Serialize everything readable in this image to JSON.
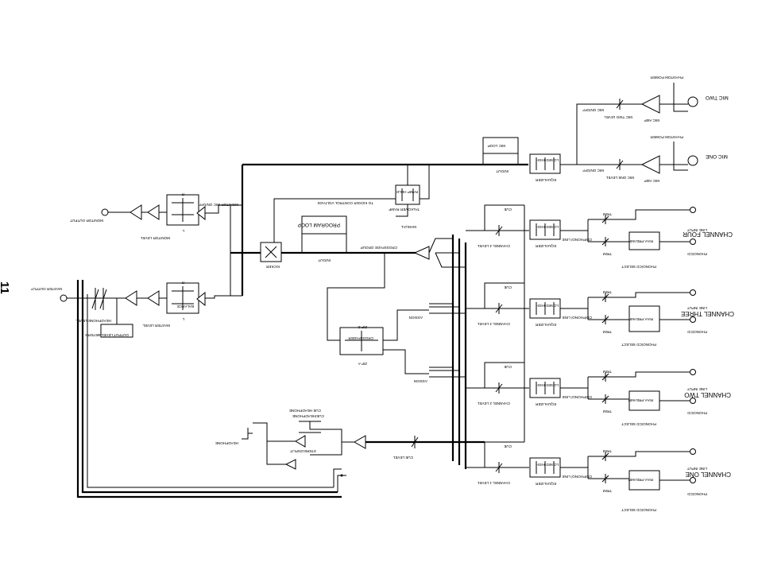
{
  "page": {
    "number": "11"
  },
  "labels": {
    "channel_four": "CHANNEL FOUR",
    "channel_three": "CHANNEL THREE",
    "channel_two": "CHANNEL TWO",
    "channel_one": "CHANNEL ONE",
    "mic_one": "MIC ONE",
    "mic_two": "MIC TWO",
    "phantom_power_1": "PHANTOM POWER",
    "phantom_power_2": "PHANTOM POWER",
    "mic_amp_1": "MIC AMP",
    "mic_amp_2": "MIC AMP",
    "mic_one_level": "MIC ONE LEVEL",
    "mic_two_level": "MIC TWO LEVEL",
    "mic_on_off_1": "MIC ON/OFF",
    "mic_on_off_2": "MIC ON/OFF",
    "mic_loop": "MIC LOOP",
    "in_out_mic": "IN/OUT",
    "equalizer_mic": "EQUALIZER",
    "eq_bands_mic": "LO MID HIGH",
    "talkover_ramp": "TALKOVER RAMP",
    "ramp_hold": "RAMP HOLD",
    "manual": "MANUAL",
    "to_kicker": "TO KICKER CONTROL VOLTAGE",
    "monitor_mic_on_off": "MONITOR MIC ON/OFF",
    "monitor_output": "MONITOR OUTPUT",
    "monitor_level": "MONITOR LEVEL",
    "program_loop": "PROGRAM LOOP",
    "in_out_program": "IN/OUT",
    "crossfader_group": "CROSSFADE GROUP",
    "kickerinc": "KICKER",
    "master_output": "MASTER OUTPUT",
    "headphone_level": "HEADPHONE LEVEL",
    "output_level_meters": "OUTPUT LEVEL METERS",
    "master_level": "MASTER LEVEL",
    "balance_master": "BALANCE",
    "assign_a": "ASSIGN",
    "assign_b": "ASSIGN",
    "crossfader": "CROSSFADER",
    "zip_b": "ZIP B",
    "zip_a": "ZIP A",
    "cue_ch4": "CUE",
    "cue_ch3": "CUE",
    "cue_ch2": "CUE",
    "cue_ch1": "CUE",
    "channel_level_4": "CHANNEL 4 LEVEL",
    "channel_level_3": "CHANNEL 3 LEVEL",
    "channel_level_2": "CHANNEL 2 LEVEL",
    "channel_level_1": "CHANNEL 1 LEVEL",
    "equalizer_4": "EQUALIZER",
    "equalizer_3": "EQUALIZER",
    "equalizer_2": "EQUALIZER",
    "equalizer_1": "EQUALIZER",
    "eq_bands_4": "LO MID HIGH",
    "eq_bands_3": "LO MID HIGH",
    "eq_bands_2": "LO MID HIGH",
    "eq_bands_1": "LO MID HIGH",
    "cd_phono_line_4": "CD/PHONO/ LINE",
    "cd_phono_line_3": "CD/PHONO/ LINE",
    "cd_phono_line_2": "CD/PHONO/ LINE",
    "cd_phono_line_1": "CD/PHONO/ LINE",
    "trim": "TRIM",
    "riaa_preamp": "RIAA PREAMP",
    "line_input": "LINE INPUT",
    "phono_cd": "PHONO/CD",
    "phono_cd_select": "PHONO/CD SELECT",
    "cue_level": "CUE LEVEL",
    "cue_headphone": "CUE HEADPHONE",
    "cue_pgm_headphone": "CUE/HEADPHONE",
    "headphone": "HEADPHONE",
    "split_stereo": "STEREO/SPLIT",
    "letter_l": "L",
    "letter_r": "R"
  }
}
